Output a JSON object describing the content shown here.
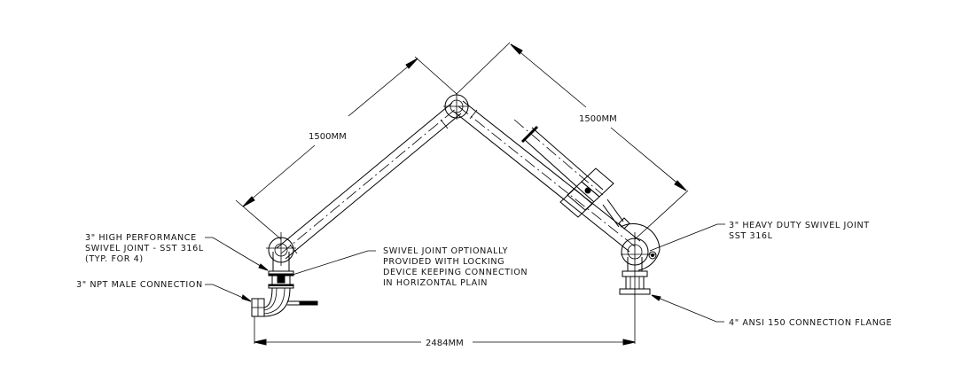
{
  "drawing": {
    "title": "Loading arm assembly drawing",
    "dimensions": {
      "inner_arm_length": "1500MM",
      "outer_arm_length": "1500MM",
      "base_span": "2484MM"
    },
    "callouts": {
      "left_swivel": [
        "3\" HIGH PERFORMANCE",
        "SWIVEL JOINT - SST 316L",
        "(TYP. FOR 4)"
      ],
      "npt_connection": [
        "3\" NPT MALE CONNECTION"
      ],
      "locking_swivel": [
        "SWIVEL JOINT OPTIONALLY",
        "PROVIDED WITH LOCKING",
        "DEVICE KEEPING CONNECTION",
        "IN HORIZONTAL PLAIN"
      ],
      "right_swivel": [
        "3\" HEAVY DUTY SWIVEL JOINT",
        "SST 316L"
      ],
      "flange": [
        "4\" ANSI 150 CONNECTION FLANGE"
      ]
    },
    "colors": {
      "line": "#000000",
      "background": "#ffffff"
    }
  }
}
